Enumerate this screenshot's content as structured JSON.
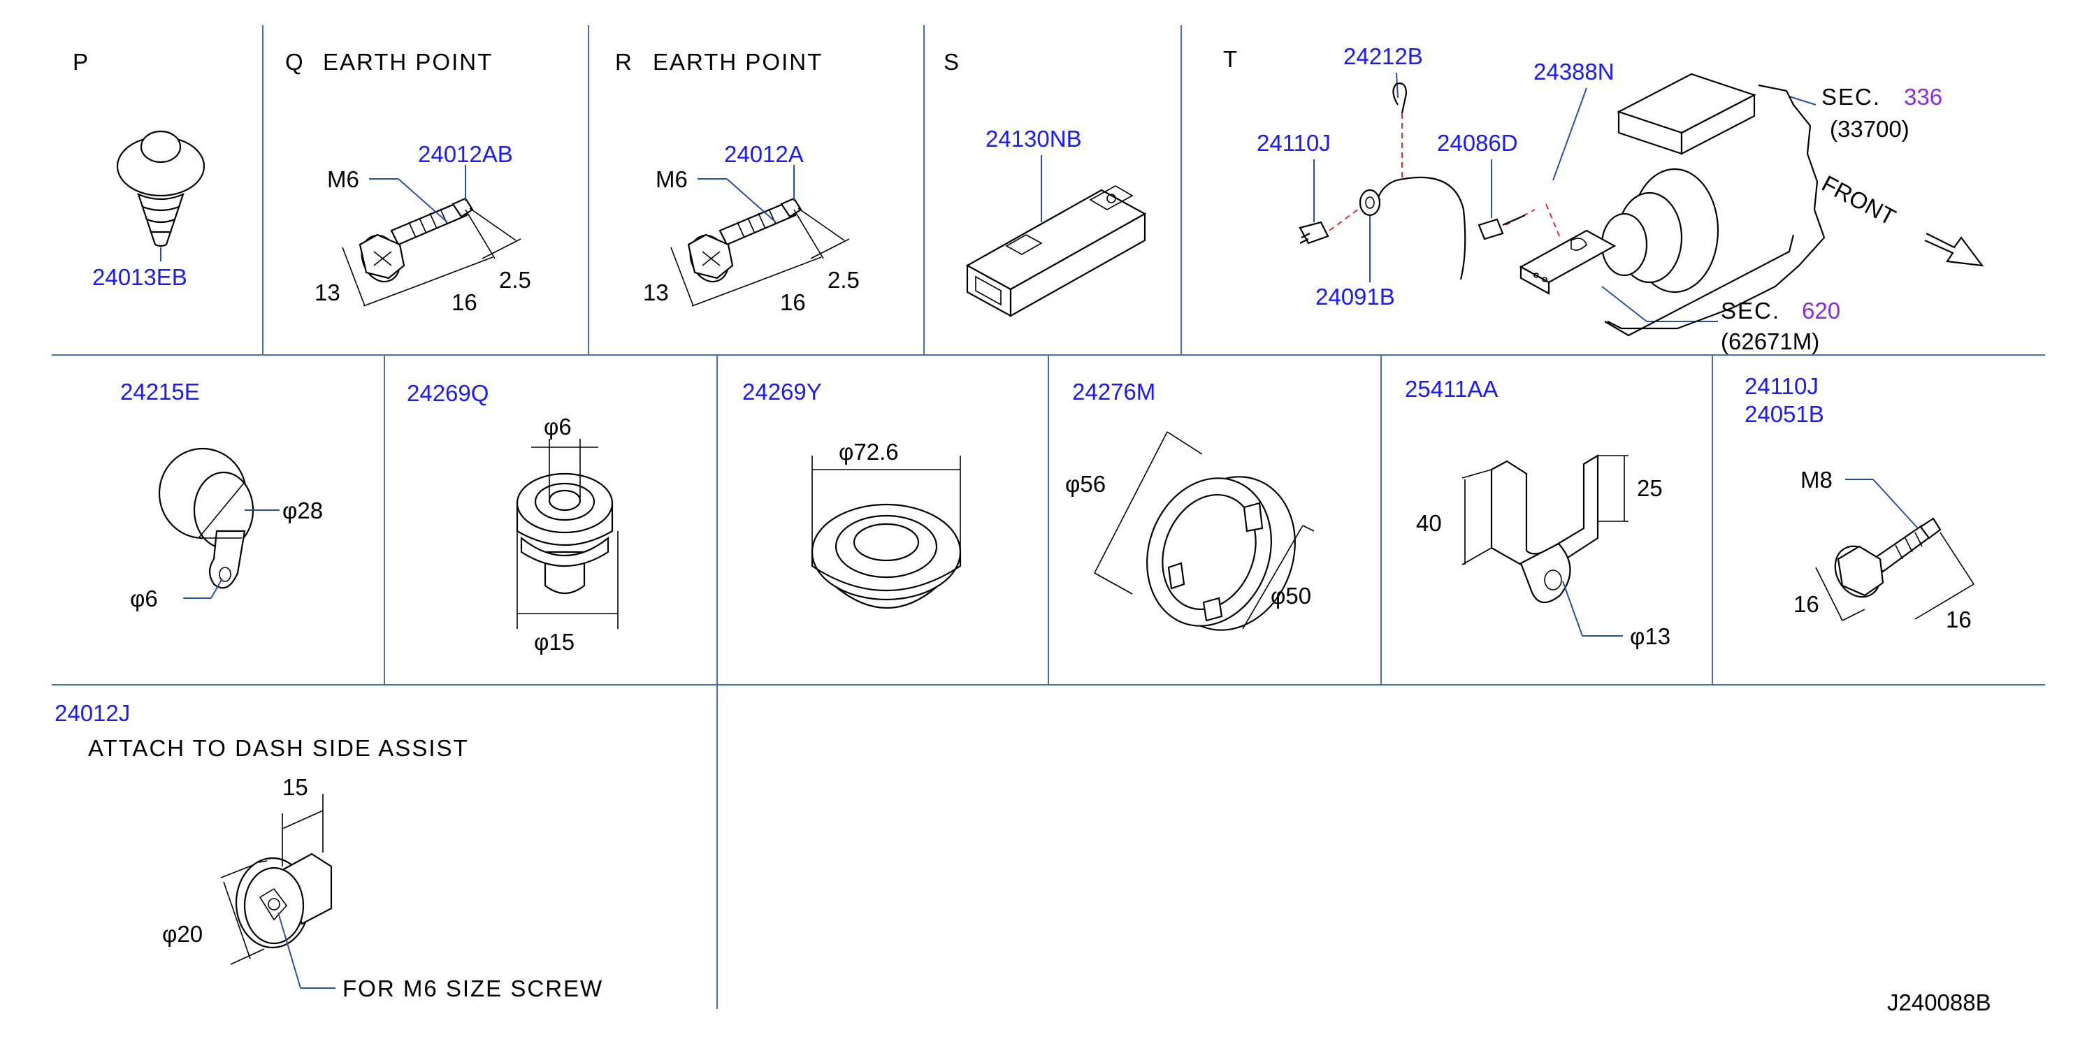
{
  "sections": {
    "p": {
      "letter": "P",
      "part": "24013EB"
    },
    "q": {
      "letter": "Q",
      "title": "EARTH POINT",
      "part": "24012AB",
      "thread": "M6",
      "dim_a": "13",
      "dim_b": "16",
      "dim_c": "2.5"
    },
    "r": {
      "letter": "R",
      "title": "EARTH POINT",
      "part": "24012A",
      "thread": "M6",
      "dim_a": "13",
      "dim_b": "16",
      "dim_c": "2.5"
    },
    "s": {
      "letter": "S",
      "part": "24130NB"
    },
    "t": {
      "letter": "T",
      "parts": [
        "24212B",
        "24388N",
        "24110J",
        "24086D",
        "24091B"
      ],
      "sec_label": "SEC.",
      "sec1_num": "336",
      "sec1_code": "(33700)",
      "sec2_num": "620",
      "sec2_code": "(62671M)",
      "front": "FRONT"
    },
    "row2": [
      {
        "part": "24215E",
        "dims": [
          "φ28",
          "φ6"
        ]
      },
      {
        "part": "24269Q",
        "dims": [
          "φ6",
          "φ15"
        ]
      },
      {
        "part": "24269Y",
        "dims": [
          "φ72.6"
        ]
      },
      {
        "part": "24276M",
        "dims": [
          "φ56",
          "φ50"
        ]
      },
      {
        "part": "25411AA",
        "dims": [
          "40",
          "25",
          "φ13"
        ]
      },
      {
        "parts": [
          "24110J",
          "24051B"
        ],
        "dims": [
          "M8",
          "16",
          "16"
        ]
      }
    ],
    "row3": {
      "part": "24012J",
      "note": "ATTACH TO DASH SIDE ASSIST",
      "dim_a": "15",
      "dim_b": "φ20",
      "callout": "FOR M6 SIZE SCREW"
    }
  },
  "drawing_id": "J240088B",
  "colors": {
    "part": "#1a1aff",
    "reference": "#8a2be2",
    "grid": "#4a6fa5",
    "hidden_line": "#e03030"
  }
}
